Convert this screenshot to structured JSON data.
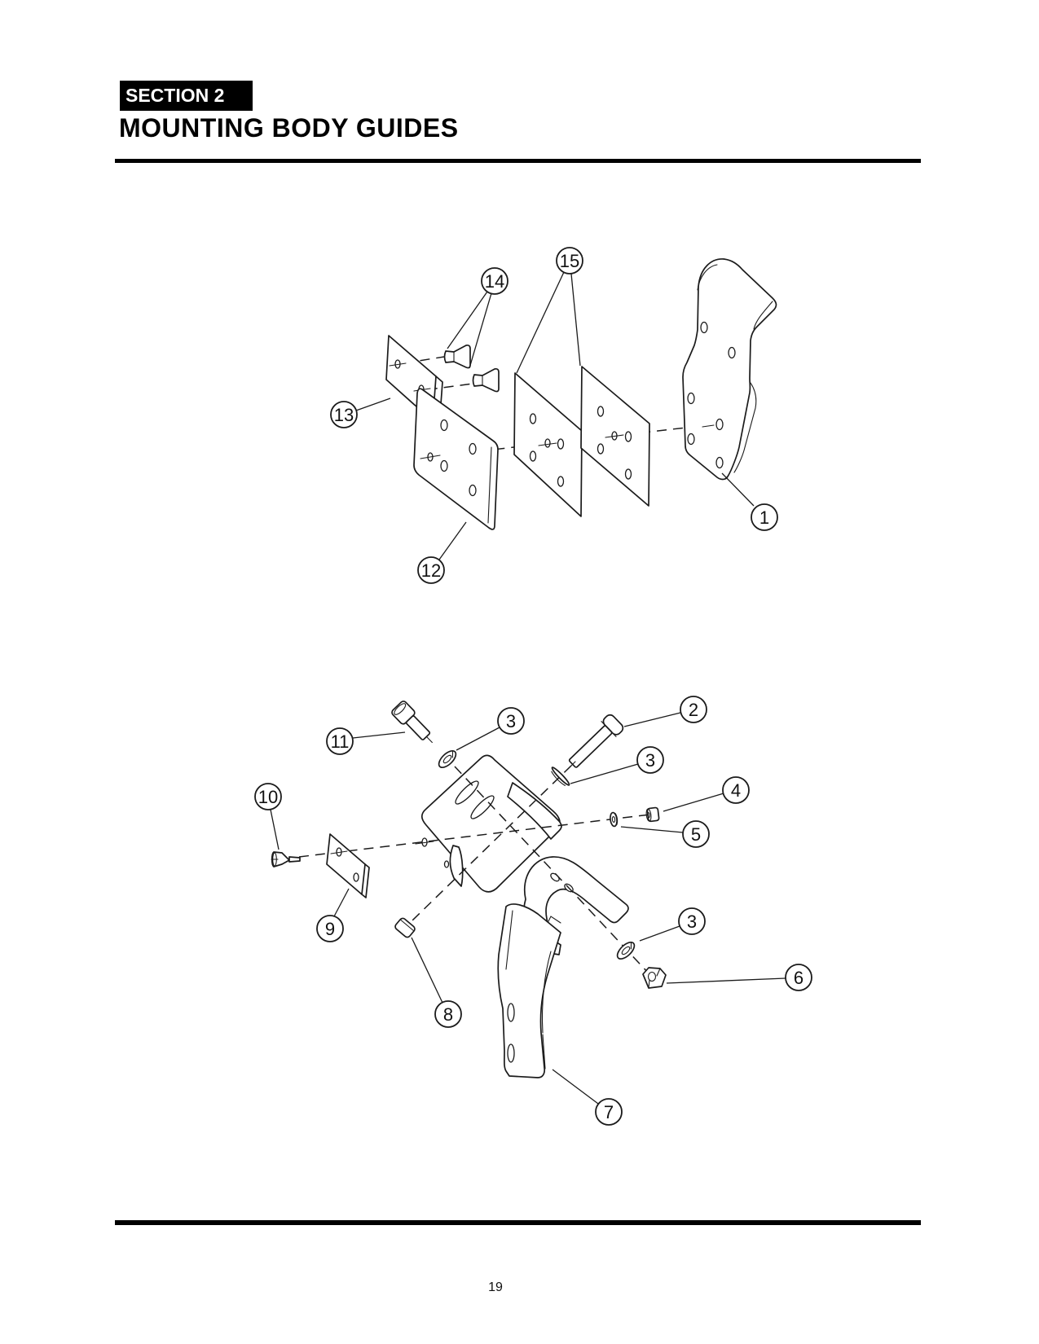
{
  "page": {
    "section_label": "SECTION 2",
    "title": "MOUNTING BODY GUIDES",
    "page_number": "19"
  },
  "diagram_top": {
    "callouts": [
      {
        "label": "14"
      },
      {
        "label": "15"
      },
      {
        "label": "13"
      },
      {
        "label": "12"
      },
      {
        "label": "1"
      }
    ]
  },
  "diagram_bottom": {
    "callouts": [
      {
        "label": "11"
      },
      {
        "label": "3"
      },
      {
        "label": "2"
      },
      {
        "label": "3"
      },
      {
        "label": "4"
      },
      {
        "label": "5"
      },
      {
        "label": "10"
      },
      {
        "label": "9"
      },
      {
        "label": "8"
      },
      {
        "label": "3"
      },
      {
        "label": "6"
      },
      {
        "label": "7"
      }
    ]
  }
}
